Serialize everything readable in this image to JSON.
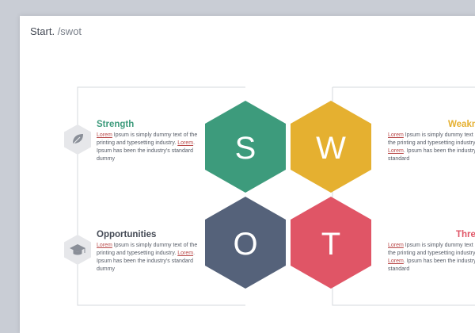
{
  "header": {
    "brand": "Start.",
    "path": " /swot"
  },
  "colors": {
    "strength": "#3d9b7c",
    "weakness": "#e5b030",
    "opportunities": "#55627a",
    "threats": "#e05566",
    "badge": "#e6e7ea",
    "line": "#d6d8dc"
  },
  "swot": {
    "s": {
      "letter": "S"
    },
    "w": {
      "letter": "W"
    },
    "o": {
      "letter": "O"
    },
    "t": {
      "letter": "T"
    }
  },
  "blocks": {
    "strength": {
      "title": "Strength",
      "link": "Lorem",
      "text1": " Ipsum is simply dummy text of the printing and typesetting industry. ",
      "link2": "Lorem",
      "text2": ". Ipsum has been the industry's standard dummy",
      "icon": "leaf-icon"
    },
    "weakness": {
      "title": "Weakne",
      "link": "Lorem",
      "text1": " Ipsum is simply dummy text of the printing and typesetting industry. ",
      "link2": "Lorem",
      "text2": ". Ipsum has been the industry's standard"
    },
    "opportunities": {
      "title": "Opportunities",
      "link": "Lorem",
      "text1": " Ipsum is simply dummy text of the printing and typesetting industry. ",
      "link2": "Lorem",
      "text2": ". Ipsum has been the industry's standard dummy",
      "icon": "graduation-cap-icon"
    },
    "threats": {
      "title": "Thre",
      "link": "Lorem",
      "text1": " Ipsum is simply dummy text of the printing and typesetting industry. ",
      "link2": "Lorem",
      "text2": ". Ipsum has been the industry's standard"
    }
  }
}
